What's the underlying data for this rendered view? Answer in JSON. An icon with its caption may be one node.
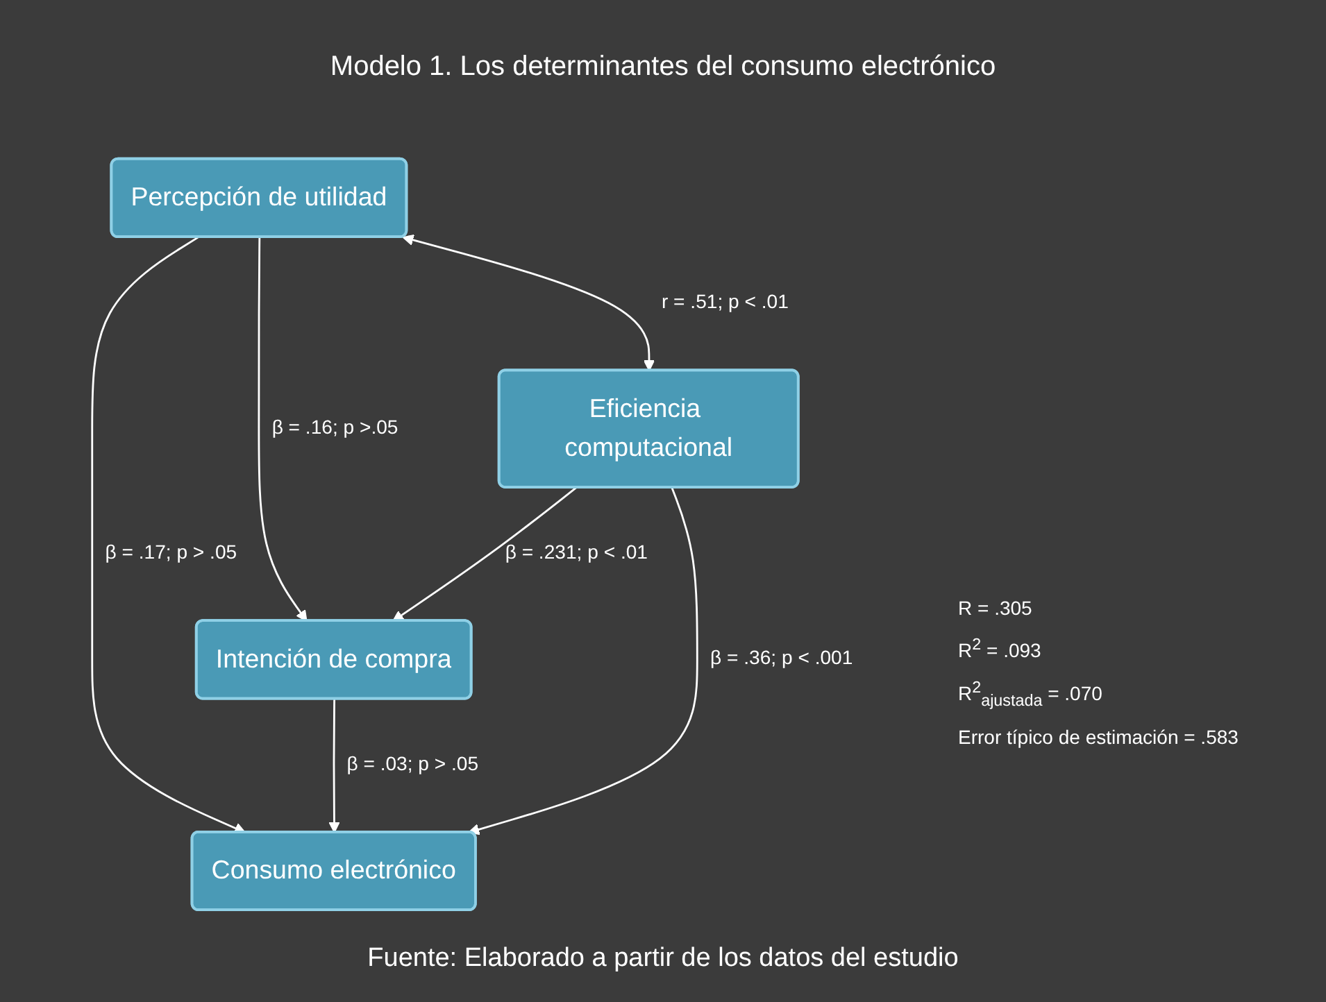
{
  "diagram": {
    "title": "Modelo 1. Los determinantes del consumo electrónico",
    "caption": "Fuente: Elaborado a partir de los datos del estudio",
    "nodes": [
      {
        "text": [
          "Percepción de utilidad"
        ]
      },
      {
        "text": [
          "Intención de compra"
        ]
      },
      {
        "text": [
          "Eficiencia computacional"
        ]
      },
      {
        "text": [
          "Consumo electrónico"
        ]
      }
    ],
    "edges": [
      {
        "from": 0,
        "to": 3,
        "arrow": "to",
        "label": "β = .17; p > .05"
      },
      {
        "from": 0,
        "to": 1,
        "arrow": "to",
        "label": "β = .16; p >.05"
      },
      {
        "from": 1,
        "to": 3,
        "arrow": "to",
        "label": "β = .03; p > .05"
      },
      {
        "from": 2,
        "to": 1,
        "arrow": "to",
        "label": "β = .231; p < .01"
      },
      {
        "from": 2,
        "to": 3,
        "arrow": "to",
        "label": "β = .36; p < .001"
      },
      {
        "from": 0,
        "to": 2,
        "arrow": "both",
        "label": "r = .51; p < .01"
      }
    ],
    "labels": [
      "R = .305",
      "R$^{2}$ = .093",
      "R$^{2}$$_{ajustada}$ = .070",
      "Error típico de estimación = .583"
    ]
  }
}
